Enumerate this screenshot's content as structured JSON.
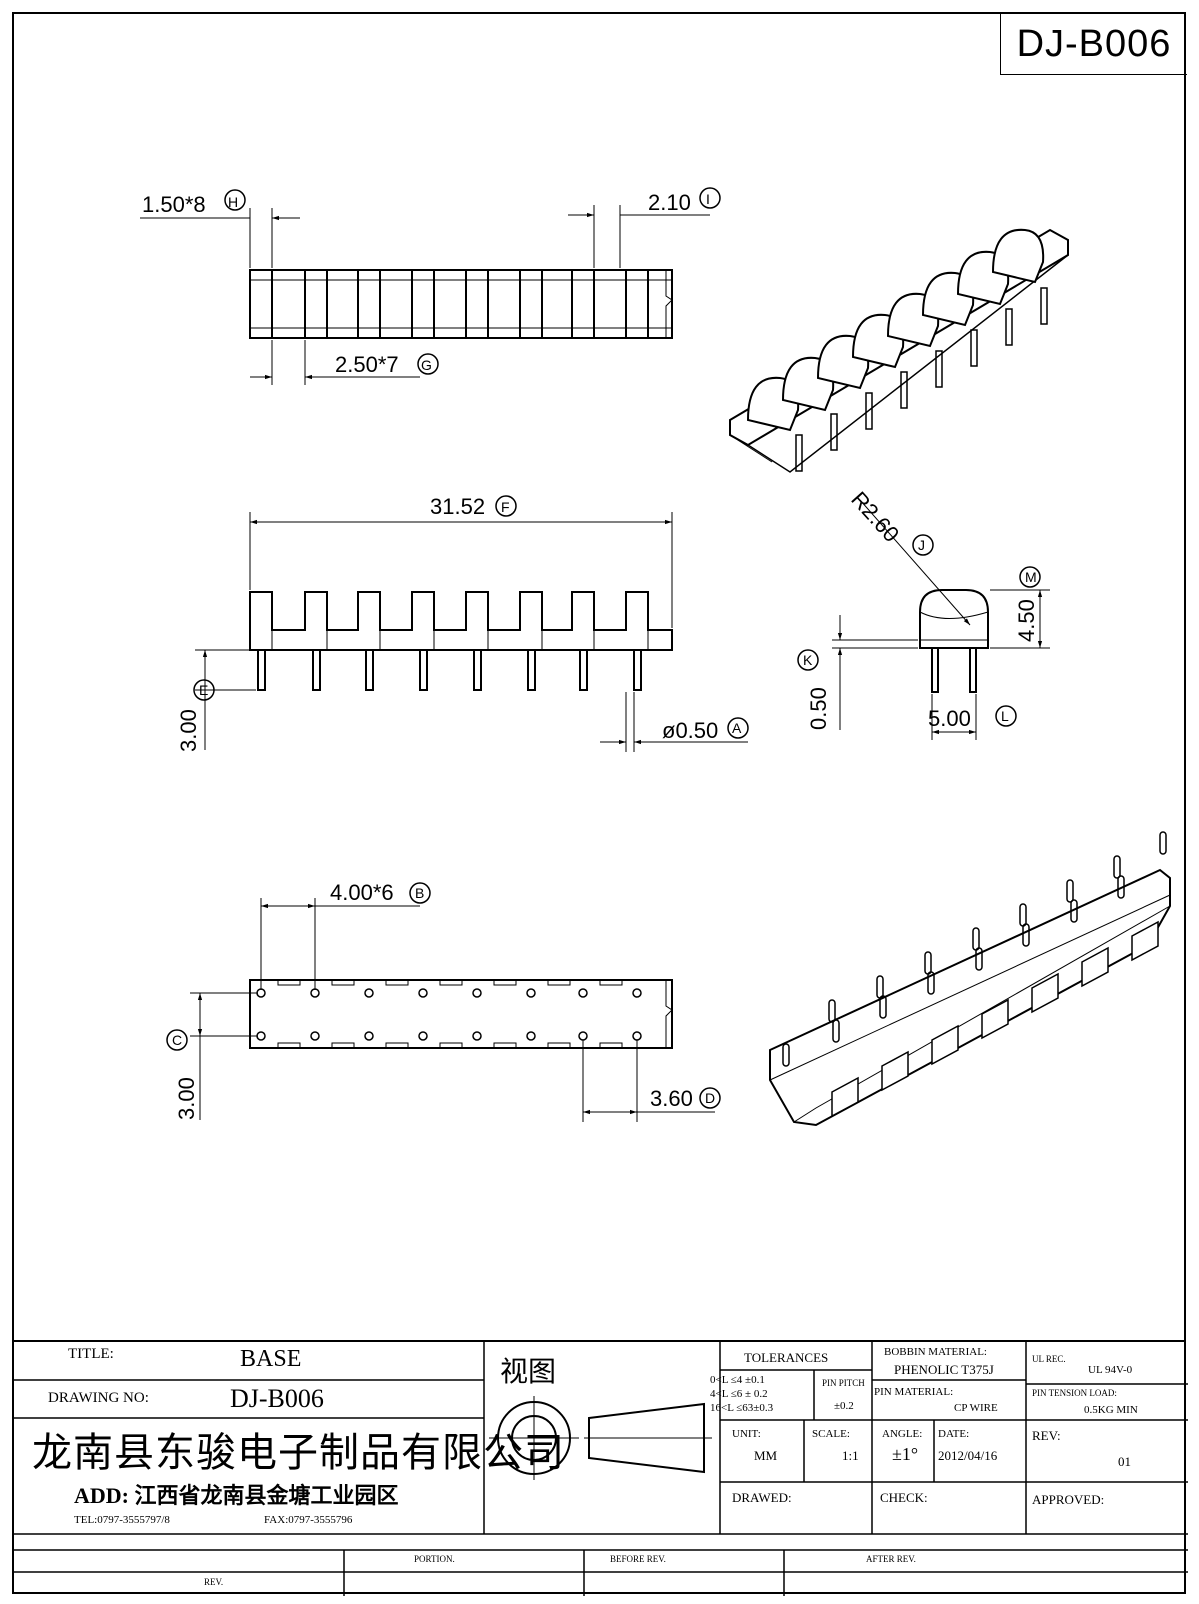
{
  "drawing_code": "DJ-B006",
  "dimensions": {
    "h": "1.50*8",
    "h_tag": "H",
    "i": "2.10",
    "i_tag": "I",
    "g": "2.50*7",
    "g_tag": "G",
    "f": "31.52",
    "f_tag": "F",
    "e": "3.00",
    "e_tag": "E",
    "a": "ø0.50",
    "a_tag": "A",
    "j": "R2.60",
    "j_tag": "J",
    "m": "4.50",
    "m_tag": "M",
    "k": "0.50",
    "k_tag": "K",
    "l": "5.00",
    "l_tag": "L",
    "b": "4.00*6",
    "b_tag": "B",
    "c": "3.00",
    "c_tag": "C",
    "d": "3.60",
    "d_tag": "D"
  },
  "title_block": {
    "title_label": "TITLE:",
    "title_value": "BASE",
    "drawing_no_label": "DRAWING NO:",
    "drawing_no_value": "DJ-B006",
    "company": "龙南县东骏电子制品有限公司",
    "address": "ADD: 江西省龙南县金塘工业园区",
    "tel": "TEL:0797-3555797/8",
    "fax": "FAX:0797-3555796",
    "view_label": "视图",
    "tolerances_label": "TOLERANCES",
    "tol_1": "0<L ≤4  ±0.1",
    "tol_2": "4<L ≤6  ± 0.2",
    "tol_3": "16<L ≤63±0.3",
    "pin_pitch_label": "PIN PITCH",
    "pin_pitch_value": "±0.2",
    "unit_label": "UNIT:",
    "unit_value": "MM",
    "scale_label": "SCALE:",
    "scale_value": "1:1",
    "drawed_label": "DRAWED:",
    "bobbin_material_label": "BOBBIN MATERIAL:",
    "bobbin_material_value": "PHENOLIC T375J",
    "pin_material_label": "PIN MATERIAL:",
    "pin_material_value": "CP WIRE",
    "angle_label": "ANGLE:",
    "angle_value": "±1°",
    "date_label": "DATE:",
    "date_value": "2012/04/16",
    "check_label": "CHECK:",
    "ul_rec_label": "UL REC.",
    "ul_rec_value": "UL  94V-0",
    "pin_tension_label": "PIN TENSION LOAD:",
    "pin_tension_value": "0.5KG MIN",
    "rev_label": "REV:",
    "rev_value": "01",
    "approved_label": "APPROVED:",
    "rev_col": "REV.",
    "portion_col": "PORTION.",
    "before_col": "BEFORE REV.",
    "after_col": "AFTER REV."
  }
}
